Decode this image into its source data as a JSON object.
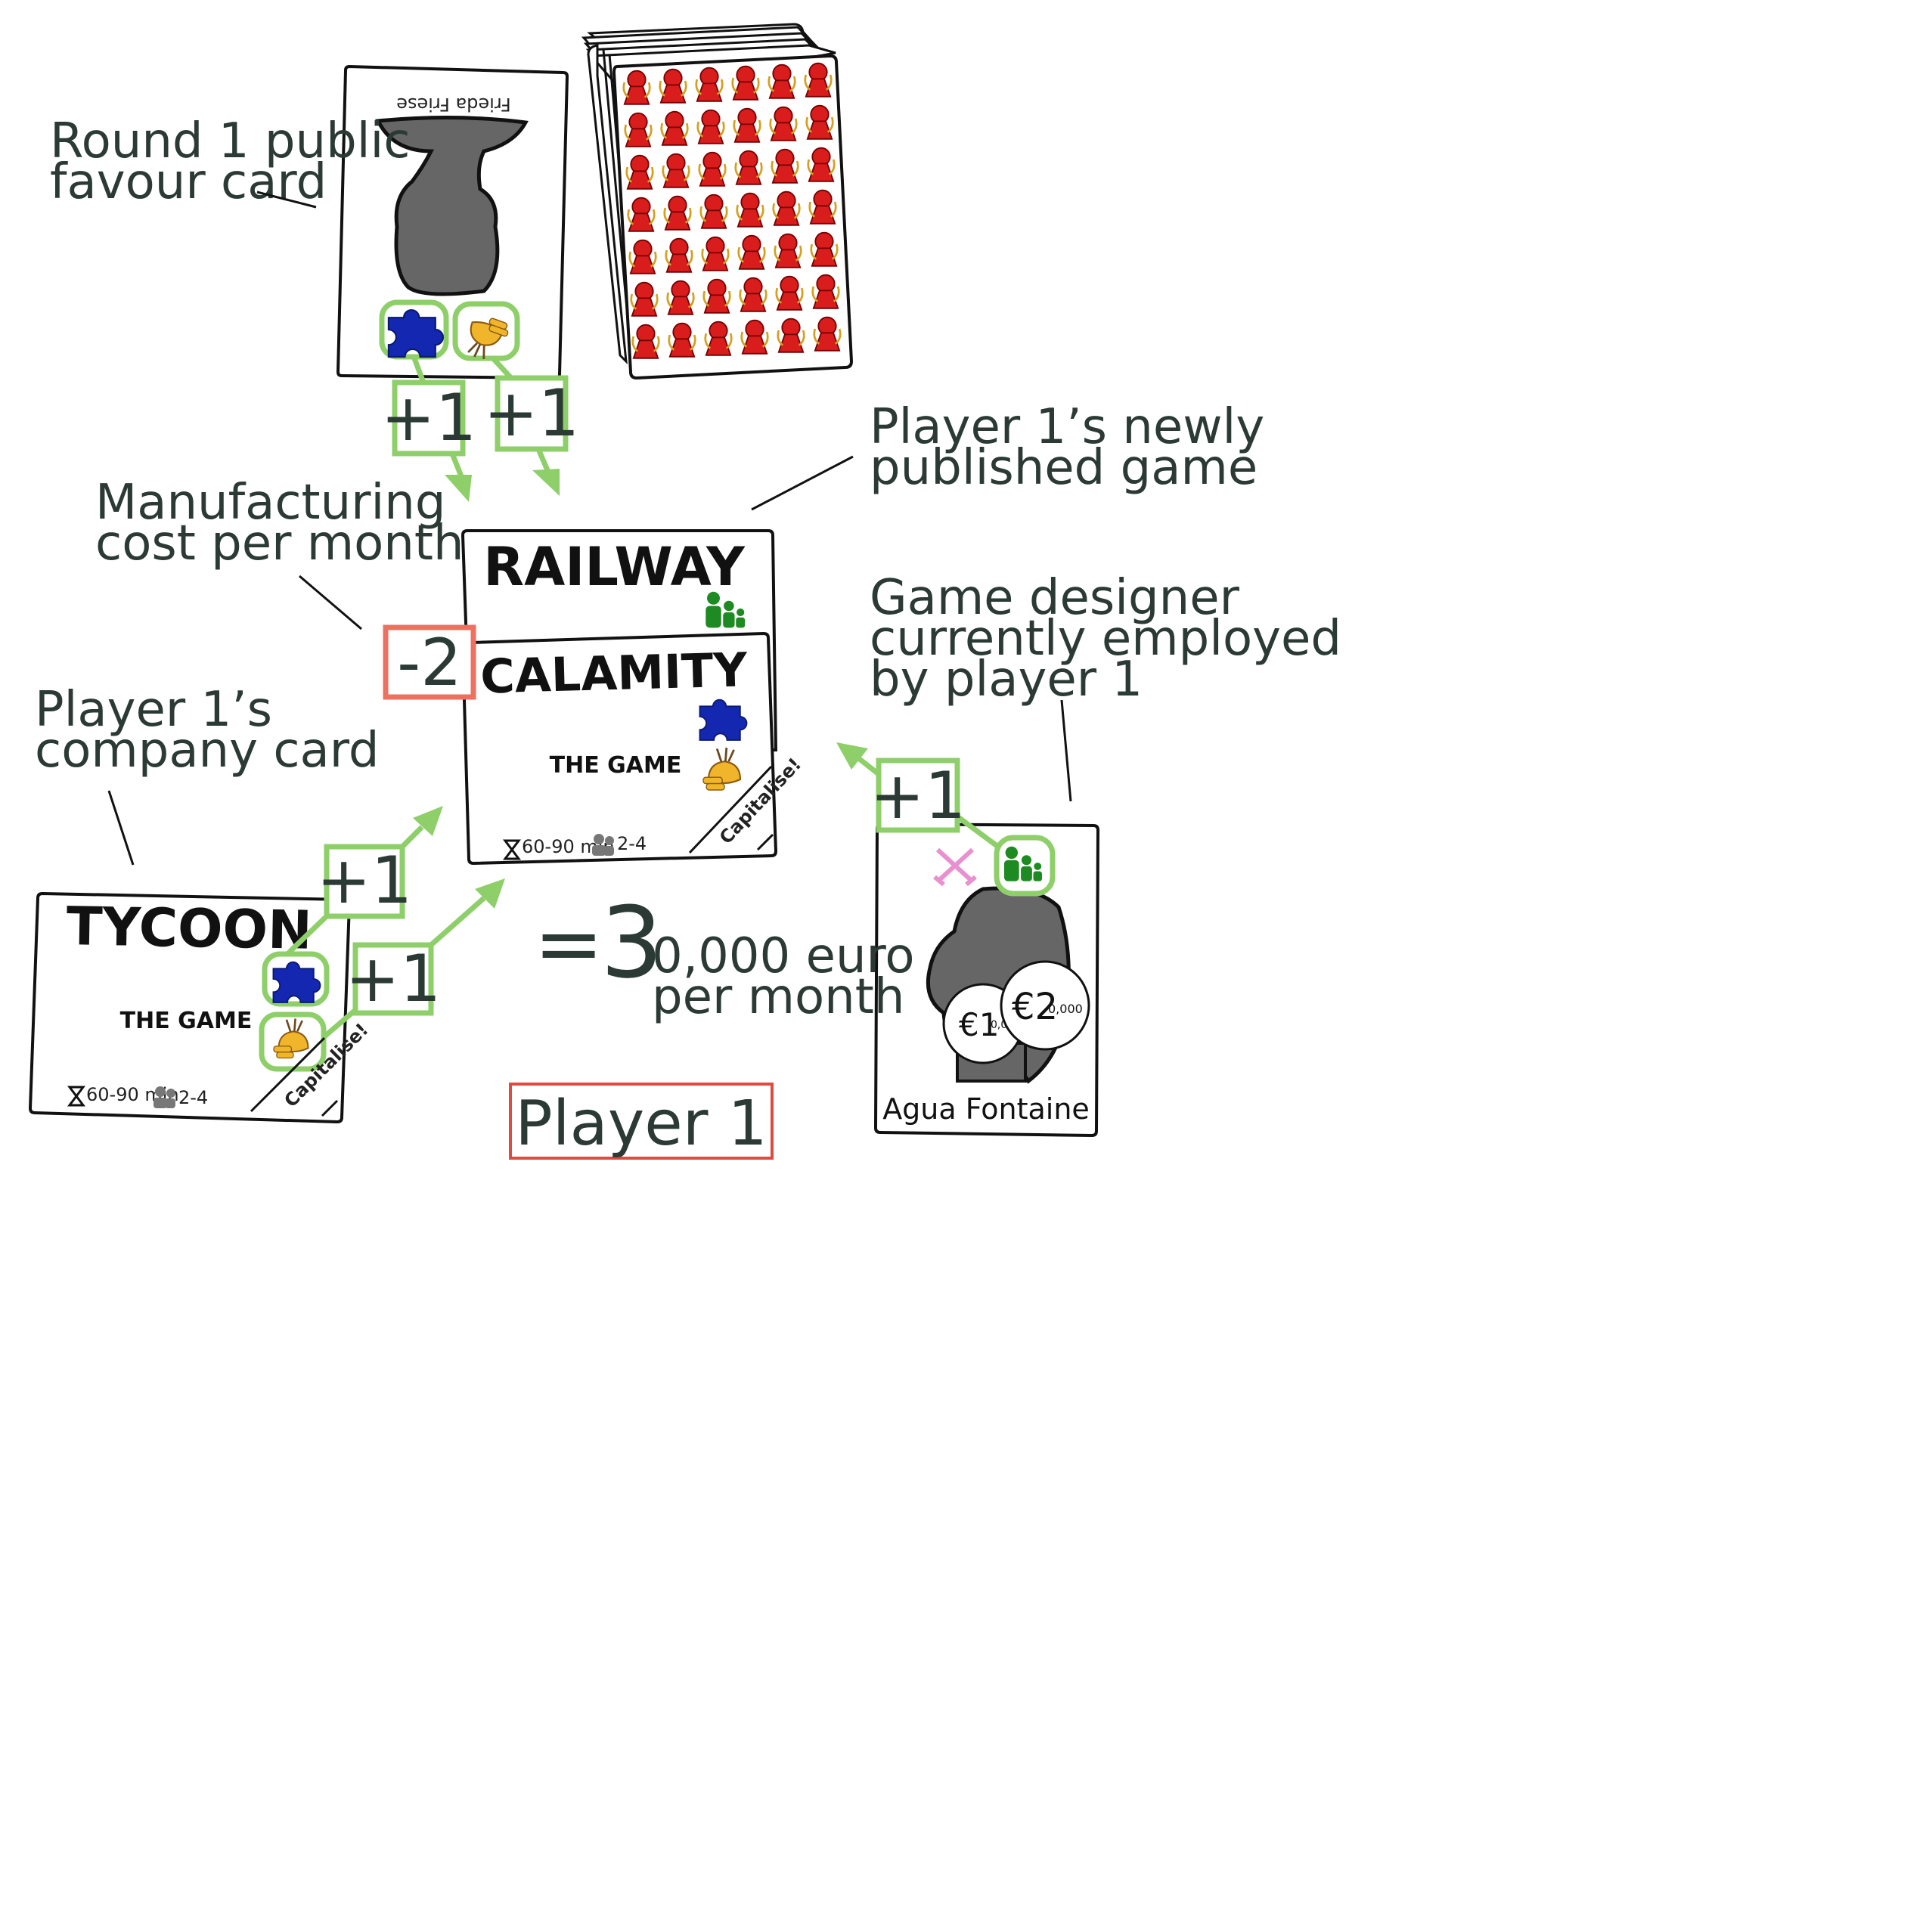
{
  "labels": {
    "favour_card": [
      "Round 1 public",
      "favour card"
    ],
    "manufacturing": [
      "Manufacturing",
      "cost per month"
    ],
    "company_card": [
      "Player 1’s",
      "company card"
    ],
    "newly_published": [
      "Player 1’s newly",
      "published game"
    ],
    "designer": [
      "Game designer",
      "currently employed",
      "by player 1"
    ]
  },
  "favour_card": {
    "name": "Frieda Friese"
  },
  "modifiers": {
    "plus_one": "+1",
    "minus_two": "-2"
  },
  "games": {
    "railway": {
      "title": "RAILWAY"
    },
    "calamity": {
      "title": "CALAMITY",
      "subtitle": "THE GAME",
      "time": "60-90 min",
      "players": "2-4",
      "tag": "Capitalise!"
    }
  },
  "company": {
    "title": "TYCOON",
    "subtitle": "THE GAME",
    "time": "60-90 min",
    "players": "2-4",
    "tag": "Capitalise!"
  },
  "designer_card": {
    "name": "Agua Fontaine",
    "coin1": "€1",
    "coin1_small": "0,0",
    "coin2": "€2",
    "coin2_small": "0,000"
  },
  "result": {
    "equals": "=",
    "digit": "3",
    "rest": "0,000 euro",
    "rest2": "per month"
  },
  "player": {
    "label": "Player 1"
  },
  "colors": {
    "green": "#8ecf6a",
    "red_box": "#f07060",
    "player_box": "#e04a40",
    "blue_puzzle": "#1427b0",
    "meeple_red": "#d91c1c",
    "meeple_green": "#1e8a22",
    "grey_shape": "#666666"
  }
}
